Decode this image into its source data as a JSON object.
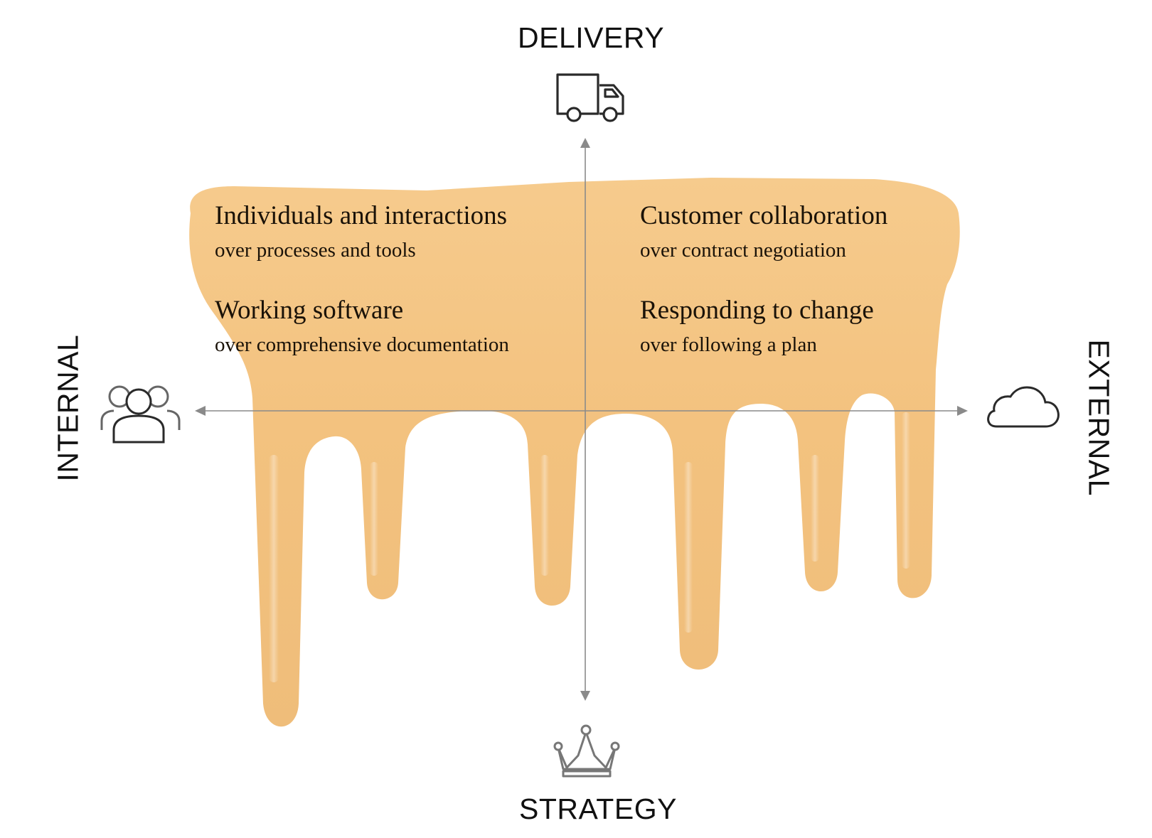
{
  "axes": {
    "top": "DELIVERY",
    "bottom": "STRATEGY",
    "left": "INTERNAL",
    "right": "EXTERNAL"
  },
  "icons": {
    "top": "truck-icon",
    "bottom": "crown-icon",
    "left": "people-group-icon",
    "right": "cloud-icon"
  },
  "values": [
    {
      "title": "Individuals and interactions",
      "subtitle": "over processes and tools"
    },
    {
      "title": "Customer collaboration",
      "subtitle": "over contract negotiation"
    },
    {
      "title": "Working software",
      "subtitle": "over comprehensive documentation"
    },
    {
      "title": "Responding to change",
      "subtitle": "over following a plan"
    }
  ],
  "colors": {
    "drip": "#f2c483",
    "drip_dark": "#e2a962",
    "axis": "#8a8a8a",
    "icon": "#2a2a2a"
  }
}
